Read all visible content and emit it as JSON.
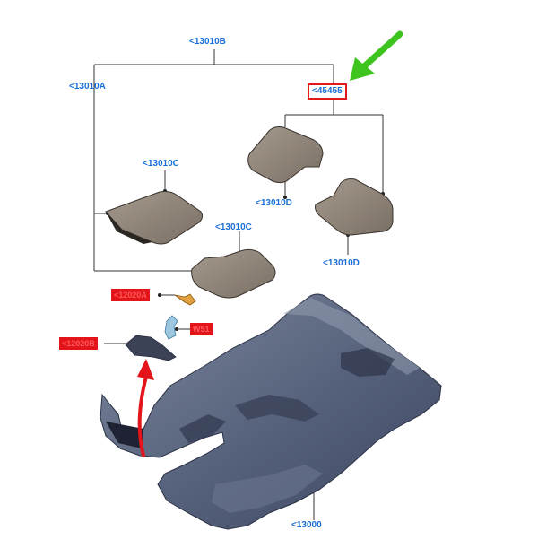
{
  "labels": {
    "top": "<13010B",
    "left": "<13010A",
    "highlighted": "<45455",
    "mat_front_left": "<13010C",
    "mat_front_right": "<13010D",
    "mat_rear_right": "<13010D",
    "mat_rear_left": "<13010C",
    "main_carpet": "<13000"
  },
  "redacted_tags": {
    "clip": "<12020A",
    "fastener": "W51",
    "pad": "<12020B"
  },
  "colors": {
    "label_blue": "#1a6fd6",
    "highlight_box": "#e0191c",
    "arrow_green": "#3ec41e",
    "arrow_red": "#e3141a",
    "mat_fill": "#8c8074",
    "carpet_fill": "#5a6478"
  }
}
